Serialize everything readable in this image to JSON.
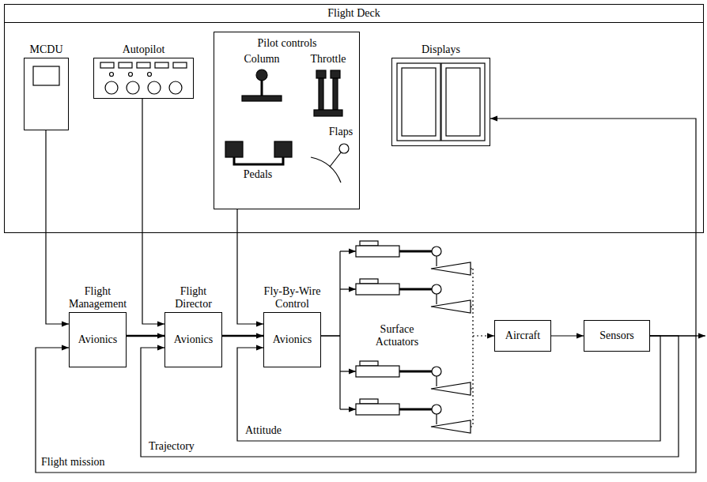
{
  "diagram": {
    "nodes": [
      {
        "text": [
          "Flight Deck"
        ]
      },
      {
        "text": [
          "MCDU"
        ],
        "in": 0
      },
      {
        "text": [
          "Autopilot"
        ],
        "in": 0
      },
      {
        "text": [
          "Pilot controls",
          "Column",
          "Throttle",
          "Flaps",
          "Pedals"
        ],
        "in": 0
      },
      {
        "text": [
          "Displays"
        ],
        "in": 0
      },
      {
        "text": [
          "Flight Management",
          "Avionics"
        ]
      },
      {
        "text": [
          "Flight Director",
          "Avionics"
        ]
      },
      {
        "text": [
          "Fly-By-Wire Control",
          "Avionics"
        ]
      },
      {
        "text": [
          "Aircraft"
        ]
      },
      {
        "text": [
          "Sensors"
        ]
      }
    ],
    "edges": [
      {
        "from": 1,
        "to": 5,
        "arrow": "to"
      },
      {
        "from": 2,
        "to": 6,
        "arrow": "to"
      },
      {
        "from": 3,
        "to": 7,
        "arrow": "to"
      },
      {
        "from": 5,
        "to": 6,
        "arrow": "to"
      },
      {
        "from": 6,
        "to": 7,
        "arrow": "to"
      },
      {
        "from": 7,
        "to": 8,
        "arrow": "to"
      },
      {
        "from": 8,
        "to": 9,
        "arrow": "to"
      },
      {
        "from": 9,
        "to": 4,
        "arrow": "to"
      },
      {
        "from": 9,
        "to": 7,
        "label": "Attitude",
        "arrow": "to"
      },
      {
        "from": 9,
        "to": 6,
        "label": "Trajectory",
        "arrow": "to"
      },
      {
        "from": 9,
        "to": 5,
        "label": "Flight mission",
        "arrow": "to"
      }
    ],
    "labels": [
      "Surface Actuators"
    ]
  }
}
